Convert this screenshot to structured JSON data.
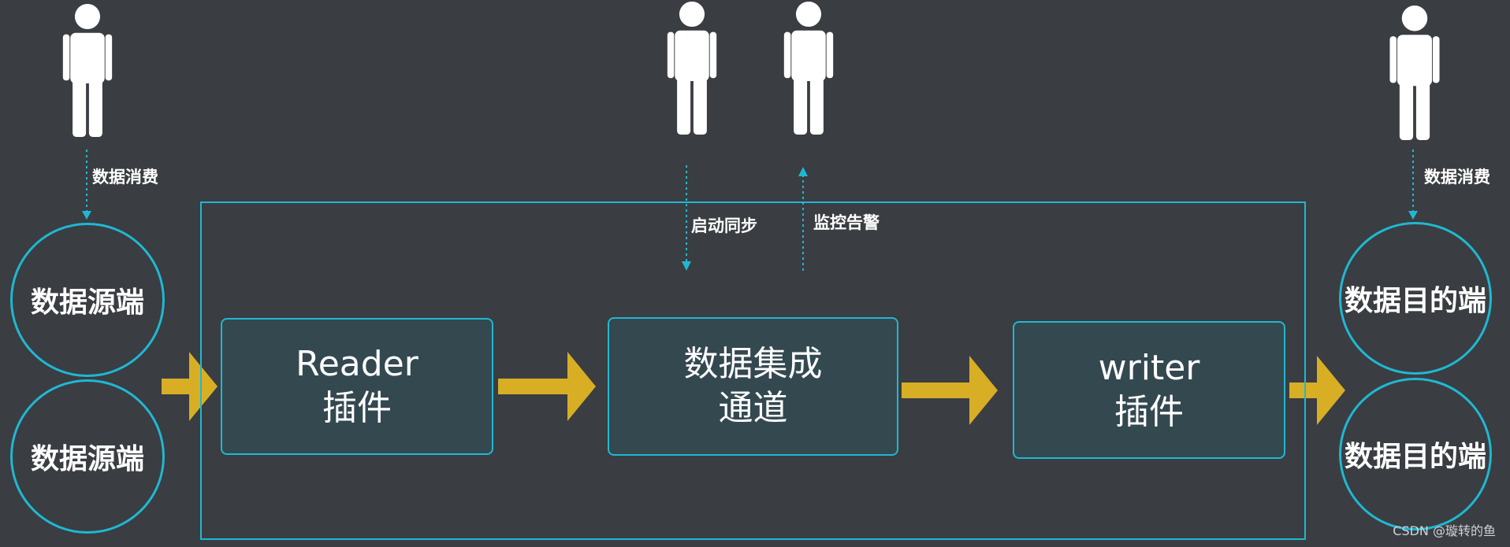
{
  "sources": [
    "数据源端",
    "数据源端"
  ],
  "targets": [
    "数据目的端",
    "数据目的端"
  ],
  "nodes": {
    "reader": [
      "Reader",
      "插件"
    ],
    "channel": [
      "数据集成",
      "通道"
    ],
    "writer": [
      "writer",
      "插件"
    ]
  },
  "edges": {
    "source_consume": "数据消费",
    "start_sync": "启动同步",
    "monitor_alert": "监控告警",
    "target_consume": "数据消费"
  },
  "watermark": "CSDN @璇转的鱼",
  "colors": {
    "background": "#3a3d42",
    "outline": "#1fb8d2",
    "arrow": "#d8ae25",
    "box_fill": "#344850"
  },
  "icons": [
    "person-icon",
    "person-icon",
    "person-icon",
    "person-icon"
  ]
}
